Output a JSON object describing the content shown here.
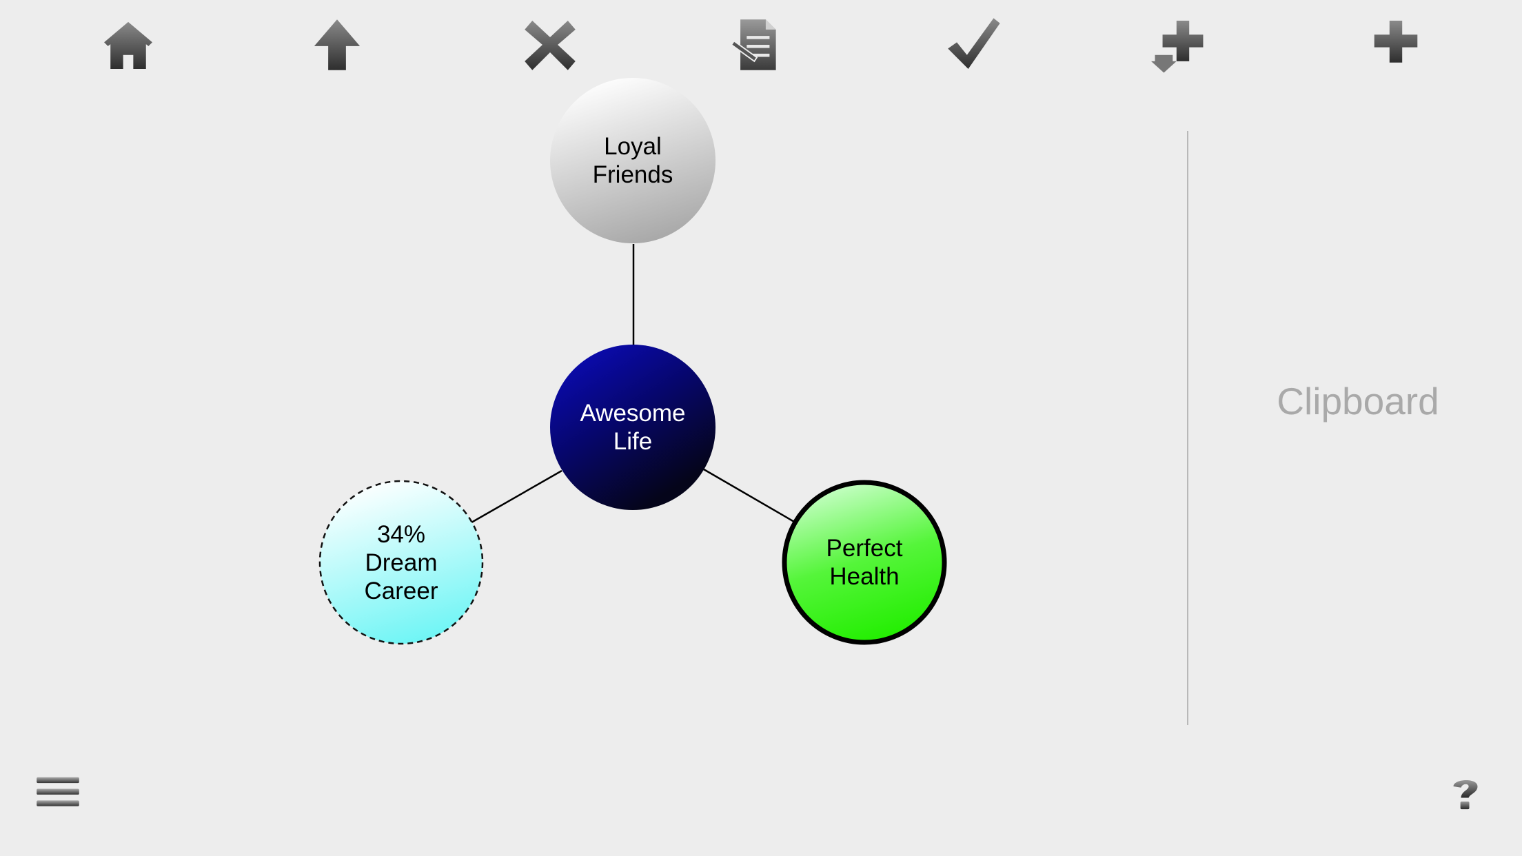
{
  "toolbar": {
    "buttons": [
      {
        "name": "home-icon"
      },
      {
        "name": "arrow-up-icon"
      },
      {
        "name": "delete-x-icon"
      },
      {
        "name": "edit-document-icon"
      },
      {
        "name": "checkmark-icon"
      },
      {
        "name": "add-child-icon"
      },
      {
        "name": "add-icon"
      }
    ]
  },
  "map": {
    "center": {
      "label": "Awesome\nLife",
      "color_top": "#0a0aa8",
      "color_bottom": "#05051a",
      "text_color": "#ffffff"
    },
    "nodes": [
      {
        "id": "loyal-friends",
        "label": "Loyal\nFriends",
        "color_top": "#ffffff",
        "color_bottom": "#a8a8a8",
        "border": "none"
      },
      {
        "id": "dream-career",
        "label": "34%\nDream\nCareer",
        "progress_percent": 34,
        "color_top": "#ffffff",
        "color_bottom": "#6ef5f5",
        "border": "dashed"
      },
      {
        "id": "perfect-health",
        "label": "Perfect\nHealth",
        "color_top": "#ccffcc",
        "color_bottom": "#22ee00",
        "border": "thick"
      }
    ]
  },
  "clipboard": {
    "label": "Clipboard"
  },
  "bottom": {
    "menu_icon": "hamburger-menu-icon",
    "help_icon": "question-mark-icon"
  }
}
